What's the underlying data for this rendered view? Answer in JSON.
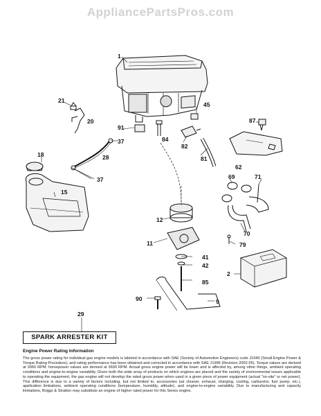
{
  "watermark": "AppliancePartsPros.com",
  "callouts": [
    {
      "id": "c1",
      "label": "1"
    },
    {
      "id": "c21",
      "label": "21"
    },
    {
      "id": "c20",
      "label": "20"
    },
    {
      "id": "c45",
      "label": "45"
    },
    {
      "id": "c91",
      "label": "91"
    },
    {
      "id": "c84",
      "label": "84"
    },
    {
      "id": "c37a",
      "label": "37"
    },
    {
      "id": "c87",
      "label": "87"
    },
    {
      "id": "c82",
      "label": "82"
    },
    {
      "id": "c18",
      "label": "18"
    },
    {
      "id": "c28",
      "label": "28"
    },
    {
      "id": "c81",
      "label": "81"
    },
    {
      "id": "c62",
      "label": "62"
    },
    {
      "id": "c37b",
      "label": "37"
    },
    {
      "id": "c69",
      "label": "69"
    },
    {
      "id": "c71",
      "label": "71"
    },
    {
      "id": "c15",
      "label": "15"
    },
    {
      "id": "c12",
      "label": "12"
    },
    {
      "id": "c70",
      "label": "70"
    },
    {
      "id": "c11",
      "label": "11"
    },
    {
      "id": "c79",
      "label": "79"
    },
    {
      "id": "c41",
      "label": "41"
    },
    {
      "id": "c42",
      "label": "42"
    },
    {
      "id": "c2",
      "label": "2"
    },
    {
      "id": "c85",
      "label": "85"
    },
    {
      "id": "c90",
      "label": "90"
    },
    {
      "id": "c9",
      "label": "9"
    },
    {
      "id": "c29",
      "label": "29"
    }
  ],
  "kit_label": "SPARK ARRESTER KIT",
  "info": {
    "title": "Engine Power Rating Information",
    "body": "The gross power rating for individual gas engine models is labeled in accordance with SAE (Society of Automotive Engineers) code J1940 (Small Engine Power & Torque Rating Procedure), and rating performance has been obtained and corrected in accordance with SAE J1995 (Revision 2002-05). Torque values are derived at 3060 RPM; horsepower values are derived at 3600 RPM. Actual gross engine power will be lower and is affected by, among other things, ambient operating conditions and engine-to-engine variability. Given both the wide array of products on which engines are placed and the variety of environmental issues applicable to operating the equipment, the gas engine will not develop the rated gross power when used in a given piece of power equipment (actual \"on-site\" or net power). This difference is due to a variety of factors including, but not limited to, accessories (air cleaner, exhaust, charging, cooling, carburetor, fuel pump, etc.), application limitations, ambient operating conditions (temperature, humidity, altitude), and engine-to-engine variability. Due to manufacturing and capacity limitations, Briggs & Stratton may substitute an engine of higher rated power for this Series engine."
  }
}
